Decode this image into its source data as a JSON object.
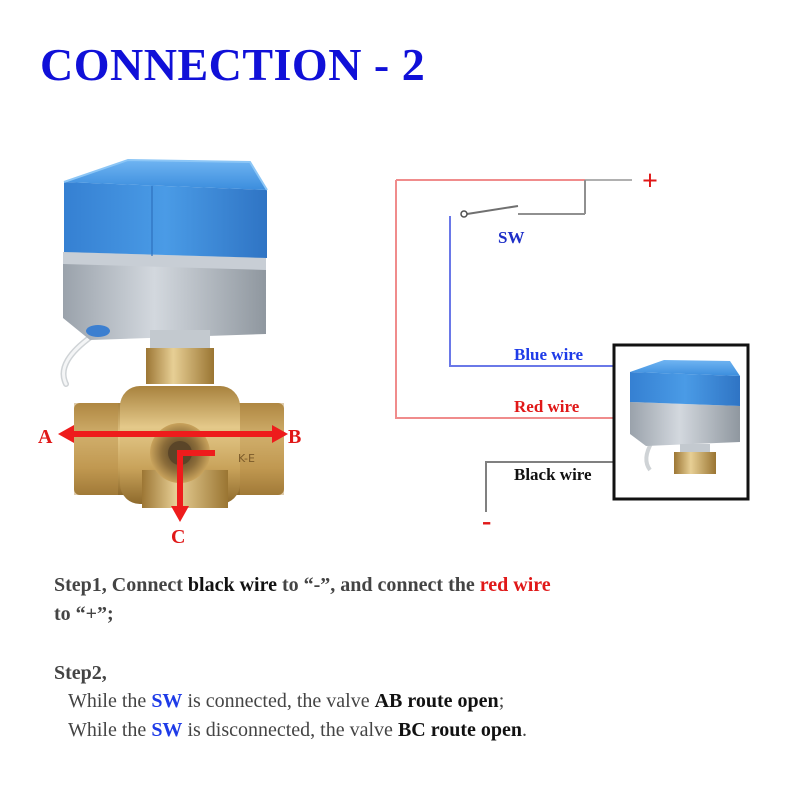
{
  "title": "CONNECTION - 2",
  "diagram": {
    "plus": "+",
    "minus": "-",
    "sw": "SW",
    "blue_wire": "Blue wire",
    "red_wire": "Red wire",
    "black_wire": "Black wire",
    "port_a": "A",
    "port_b": "B",
    "port_c": "C"
  },
  "step1": {
    "p1": "Step1, Connect ",
    "p2": "black wire",
    "p3": " to “-”, and connect the ",
    "p4": "red wire",
    "p5": "to “+”;"
  },
  "step2": {
    "heading": "Step2,",
    "l1_p1": "While the ",
    "l1_p2": "SW",
    "l1_p3": " is connected, the valve ",
    "l1_p4": "AB route open",
    "l1_p5": ";",
    "l2_p1": "While the ",
    "l2_p2": "SW",
    "l2_p3": " is disconnected, the valve ",
    "l2_p4": "BC route open",
    "l2_p5": "."
  },
  "colors": {
    "title": "#1010d8",
    "blue_wire": "#6a78e8",
    "red_wire": "#f08c8c",
    "black_wire": "#808080",
    "arrow": "#ee1c1c",
    "actuator_blue": "#3d8ee0",
    "actuator_gray": "#b8bec6",
    "brass": "#c9a35c"
  }
}
